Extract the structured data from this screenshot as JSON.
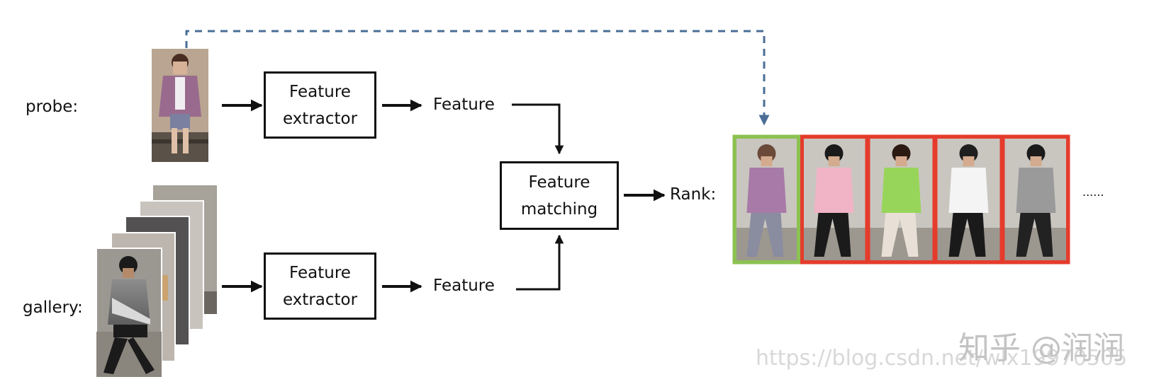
{
  "diagram": {
    "labels": {
      "probe": "probe:",
      "gallery": "gallery:",
      "rank": "Rank:",
      "more": "......"
    },
    "boxes": {
      "extractor_top": [
        "Feature",
        "extractor"
      ],
      "extractor_bottom": [
        "Feature",
        "extractor"
      ],
      "matching": [
        "Feature",
        "matching"
      ]
    },
    "features": {
      "top": "Feature",
      "bottom": "Feature"
    },
    "rank_list": {
      "items": [
        {
          "match": true,
          "shirt": "#a77aa7",
          "hair": "#6b4a3a",
          "pants": "#8a8ca0"
        },
        {
          "match": false,
          "shirt": "#f1b3c6",
          "hair": "#1a1a1a",
          "pants": "#1b1b1b"
        },
        {
          "match": false,
          "shirt": "#97d55a",
          "hair": "#2a1a12",
          "pants": "#e8e0d6"
        },
        {
          "match": false,
          "shirt": "#f4f4f4",
          "hair": "#1e1e1e",
          "pants": "#1a1a1a"
        },
        {
          "match": false,
          "shirt": "#9a9a9a",
          "hair": "#1a1a1a",
          "pants": "#222222"
        }
      ]
    },
    "colors": {
      "match_border": "#8cc152",
      "nonmatch_border": "#e53b2c",
      "dashed_link": "#4a6e96",
      "line": "#111111"
    }
  },
  "watermark": {
    "brand": "知乎 @润润",
    "url": "https://blog.csdn.net/wlx19970505"
  }
}
